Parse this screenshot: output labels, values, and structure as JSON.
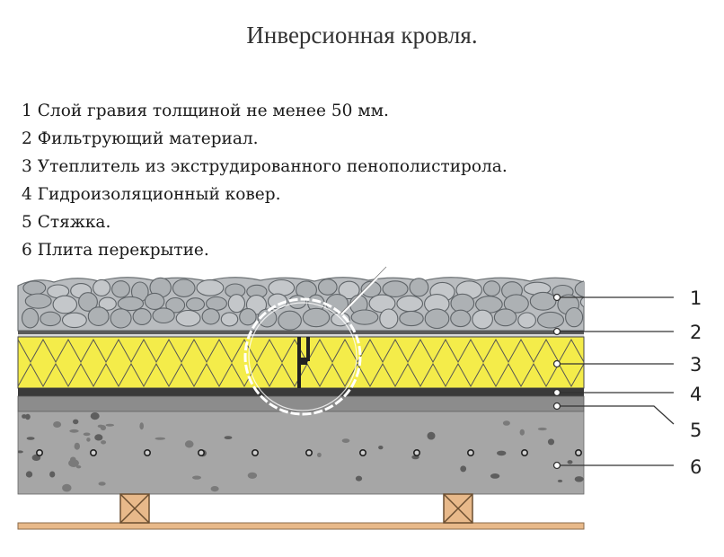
{
  "title": "Инверсионная кровля.",
  "legend": [
    {
      "num": "1",
      "text": "Слой гравия толщиной не менее 50 мм."
    },
    {
      "num": "2",
      "text": "Фильтрующий материал."
    },
    {
      "num": "3",
      "text": "Утеплитель из экструдированного пенополистирола."
    },
    {
      "num": "4",
      "text": "Гидроизоляционный ковер."
    },
    {
      "num": "5",
      "text": "Стяжка."
    },
    {
      "num": "6",
      "text": "Плита перекрытие."
    }
  ],
  "callouts": [
    "1",
    "2",
    "3",
    "4",
    "5",
    "6"
  ],
  "colors": {
    "gravel": "#b9bcbf",
    "insulation": "#f4ec4a",
    "membrane": "#3a3a3a",
    "screed": "#8c8c8c",
    "slab": "#a6a6a6",
    "beam": "#e8b98a"
  }
}
